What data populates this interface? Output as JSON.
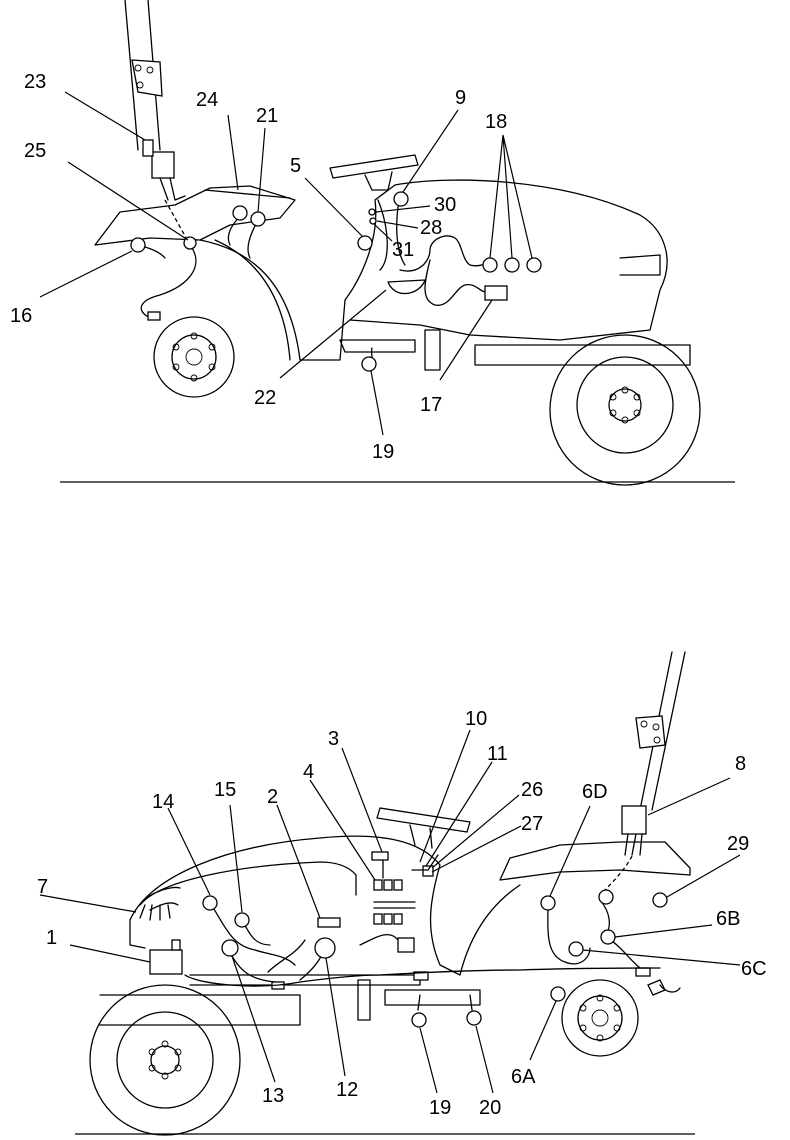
{
  "callouts": {
    "top": [
      "23",
      "24",
      "21",
      "25",
      "5",
      "9",
      "18",
      "30",
      "28",
      "31",
      "16",
      "22",
      "17",
      "19"
    ],
    "bottom": [
      "10",
      "3",
      "11",
      "4",
      "26",
      "14",
      "15",
      "2",
      "27",
      "6D",
      "8",
      "29",
      "7",
      "1",
      "6B",
      "6C",
      "13",
      "12",
      "6A",
      "19",
      "20"
    ]
  }
}
